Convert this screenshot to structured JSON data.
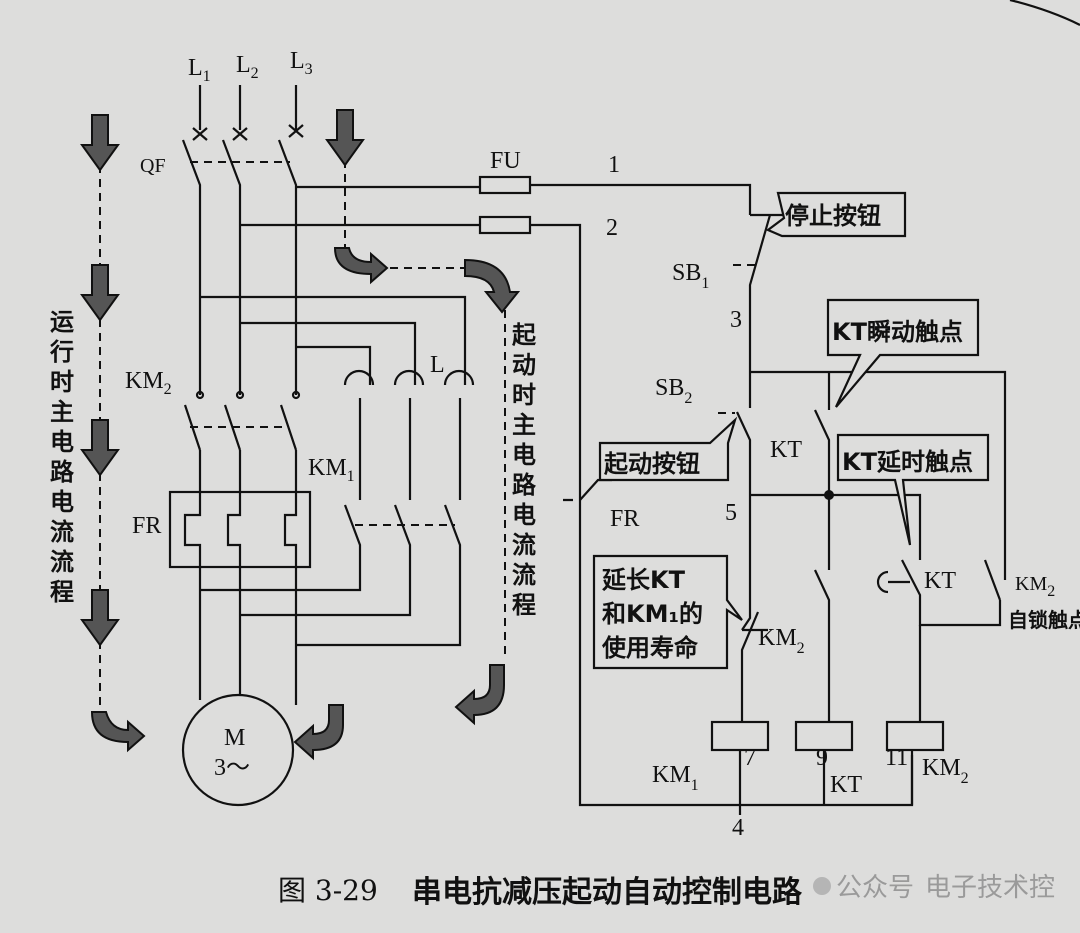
{
  "labels": {
    "L1": {
      "main": "L",
      "sub": "1"
    },
    "L2": {
      "main": "L",
      "sub": "2"
    },
    "L3": {
      "main": "L",
      "sub": "3"
    },
    "QF": "QF",
    "FU": "FU",
    "KM2_main": {
      "main": "KM",
      "sub": "2"
    },
    "KM1_main": {
      "main": "KM",
      "sub": "1"
    },
    "reactor": "L",
    "FR_main": "FR",
    "motor": "M",
    "motor_phase": "3～",
    "SB1": {
      "main": "SB",
      "sub": "1"
    },
    "SB2": {
      "main": "SB",
      "sub": "2"
    },
    "FR_ctrl": "FR",
    "KT_inst": "KT",
    "KT_delay": "KT",
    "KM2_nc": {
      "main": "KM",
      "sub": "2"
    },
    "KM2_self": {
      "main": "KM",
      "sub": "2"
    },
    "coil_KM1": {
      "main": "KM",
      "sub": "1"
    },
    "coil_KT": "KT",
    "coil_KM2": {
      "main": "KM",
      "sub": "2"
    }
  },
  "nodes": [
    "1",
    "2",
    "3",
    "5",
    "7",
    "9",
    "11",
    "4"
  ],
  "callouts": {
    "stop": "停止按钮",
    "start": "起动按钮",
    "kt_inst": "KT瞬动触点",
    "kt_delay": "KT延时触点",
    "extend": [
      "延长KT",
      "和KM₁的",
      "使用寿命"
    ],
    "km2_self": "自锁触点"
  },
  "flow": {
    "run": [
      "运",
      "行",
      "时",
      "主",
      "电",
      "路",
      "电",
      "流",
      "流",
      "程"
    ],
    "start": [
      "起",
      "动",
      "时",
      "主",
      "电",
      "路",
      "电",
      "流",
      "流",
      "程"
    ]
  },
  "caption": {
    "figure": "图 3-29",
    "title": "串电抗减压起动自动控制电路"
  },
  "watermark": {
    "prefix": "公众号",
    "name": "电子技术控"
  }
}
